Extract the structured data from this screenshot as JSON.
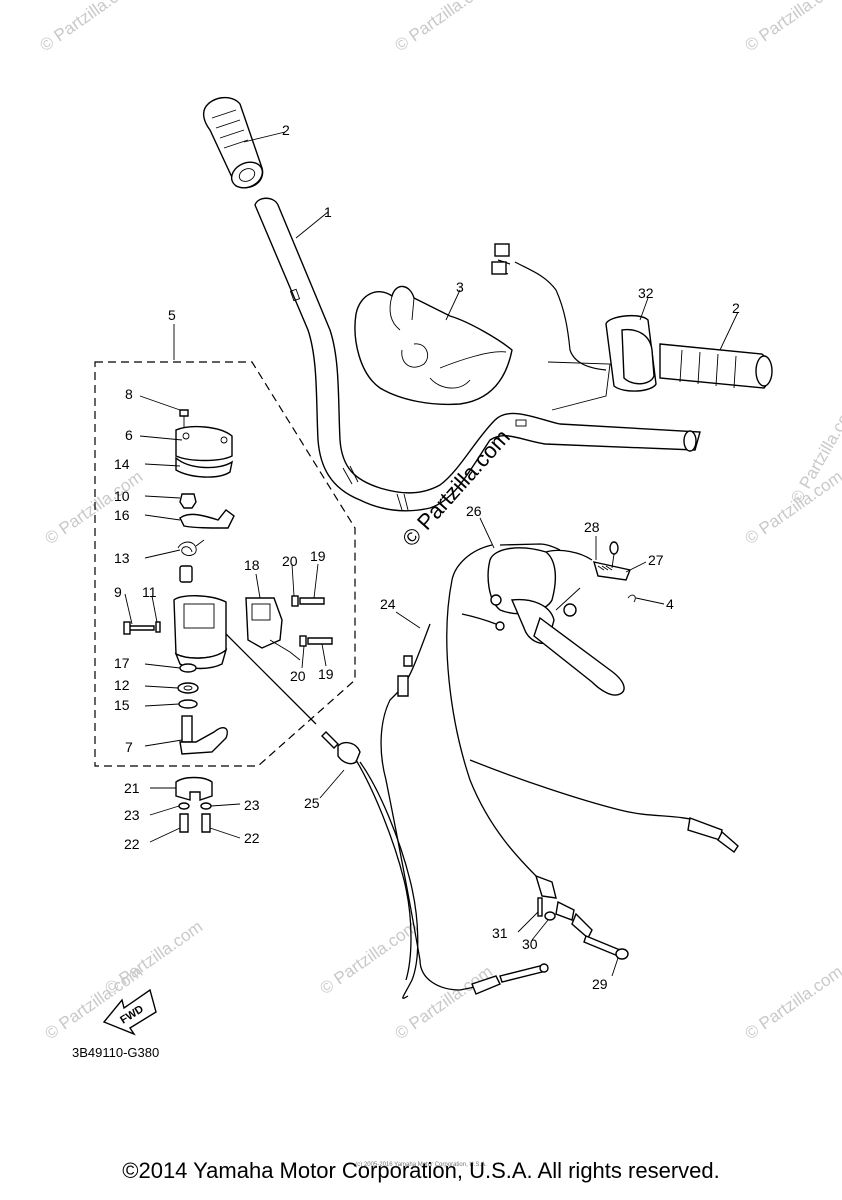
{
  "watermark": {
    "text": "© Partzilla.com",
    "main_text": "© Partzilla.com"
  },
  "diagram": {
    "code": "3B49110-G380",
    "fwd_label": "FWD",
    "small_copyright": "(c) 2005-2016 Yamaha Motor Corporation, U.S.A.",
    "copyright": "©2014 Yamaha Motor Corporation, U.S.A. All rights reserved."
  },
  "callouts": {
    "c1": "1",
    "c2a": "2",
    "c2b": "2",
    "c3": "3",
    "c4": "4",
    "c5": "5",
    "c6": "6",
    "c7": "7",
    "c8": "8",
    "c9": "9",
    "c10": "10",
    "c11": "11",
    "c12": "12",
    "c13": "13",
    "c14": "14",
    "c15": "15",
    "c16": "16",
    "c17": "17",
    "c18": "18",
    "c19a": "19",
    "c19b": "19",
    "c20a": "20",
    "c20b": "20",
    "c21": "21",
    "c22a": "22",
    "c22b": "22",
    "c23a": "23",
    "c23b": "23",
    "c24": "24",
    "c25": "25",
    "c26": "26",
    "c27": "27",
    "c28": "28",
    "c29": "29",
    "c30": "30",
    "c31": "31",
    "c32": "32"
  }
}
